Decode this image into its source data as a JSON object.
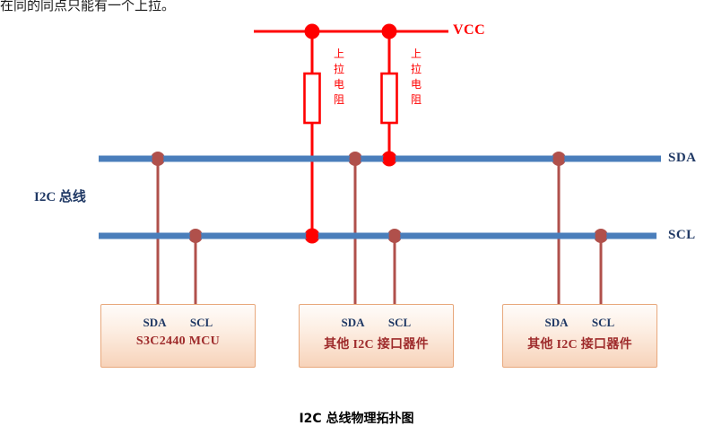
{
  "page": {
    "top_note": "在同的同点只能有一个上拉。",
    "caption": "I2C 总线物理拓扑图"
  },
  "colors": {
    "vcc_red": "#FF0000",
    "bus_blue": "#4A7EBB",
    "device_red": "#B0504B",
    "label_navy": "#1F3864",
    "device_name_red": "#9E2B2B",
    "box_border": "#E8A87C"
  },
  "power": {
    "vcc_label": "VCC"
  },
  "buses": {
    "group_label": "I2C 总线",
    "lines": [
      {
        "name": "SDA",
        "label": "SDA"
      },
      {
        "name": "SCL",
        "label": "SCL"
      }
    ]
  },
  "pullups": [
    {
      "id": "pullup-sda",
      "chars": [
        "上",
        "拉",
        "电",
        "阻"
      ]
    },
    {
      "id": "pullup-scl",
      "chars": [
        "上",
        "拉",
        "电",
        "阻"
      ]
    }
  ],
  "devices": [
    {
      "id": "device-mcu",
      "name": "S3C2440 MCU",
      "pins": {
        "sda": "SDA",
        "scl": "SCL"
      }
    },
    {
      "id": "device-other-1",
      "name": "其他 I2C 接口器件",
      "pins": {
        "sda": "SDA",
        "scl": "SCL"
      }
    },
    {
      "id": "device-other-2",
      "name": "其他 I2C 接口器件",
      "pins": {
        "sda": "SDA",
        "scl": "SCL"
      }
    }
  ]
}
